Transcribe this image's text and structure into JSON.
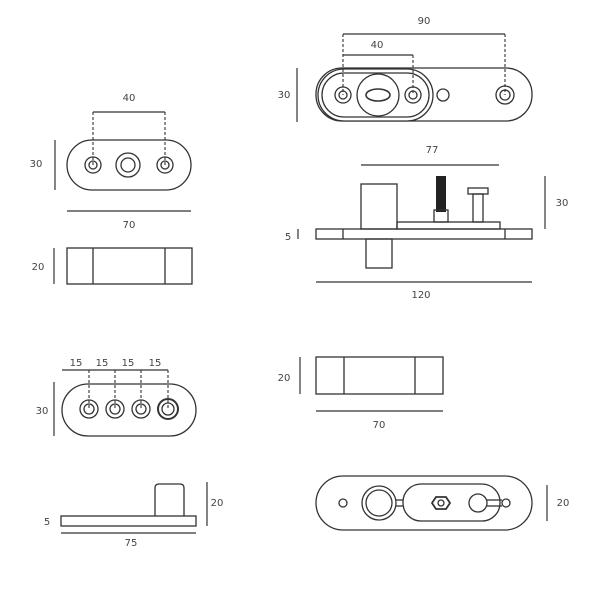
{
  "views": {
    "front_a": {
      "hole_spacing": "40",
      "height": "30",
      "width": "70"
    },
    "side_a": {
      "height": "20"
    },
    "front_b": {
      "spacings": [
        "15",
        "15",
        "15",
        "15"
      ],
      "height": "30"
    },
    "side_b": {
      "thickness": "5",
      "height": "20",
      "length": "75"
    },
    "top_c": {
      "total_spacing": "90",
      "hole_spacing": "40",
      "height": "30"
    },
    "side_c": {
      "span": "77",
      "height": "30",
      "thickness": "5",
      "length": "120"
    },
    "side_d": {
      "height": "20",
      "width": "70"
    },
    "bottom_c": {
      "height": "20"
    }
  },
  "colors": {
    "line": "#333333",
    "text": "#444444"
  }
}
